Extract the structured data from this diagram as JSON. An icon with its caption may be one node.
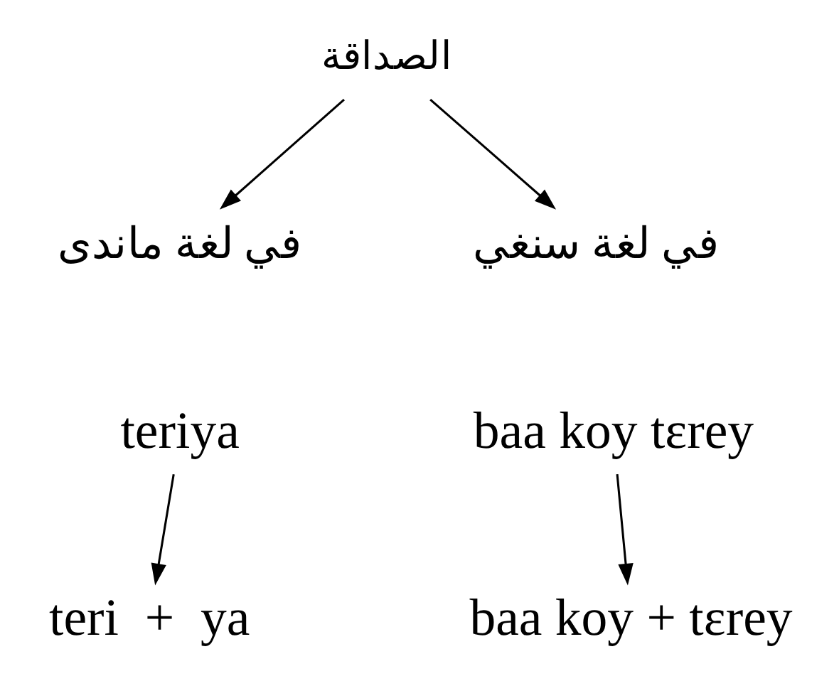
{
  "diagram": {
    "nodes": [
      {
        "text": [
          "الصداقة"
        ]
      },
      {
        "text": [
          "في لغة ماندى"
        ]
      },
      {
        "text": [
          "في لغة سنغي"
        ]
      },
      {
        "text": [
          "teriya"
        ]
      },
      {
        "text": [
          "baa koy tɛrey"
        ]
      },
      {
        "text": [
          "teri  +  ya"
        ]
      },
      {
        "text": [
          "baa koy + tɛrey"
        ]
      }
    ],
    "edges": [
      {
        "from": 0,
        "to": 1,
        "arrow": "to"
      },
      {
        "from": 0,
        "to": 2,
        "arrow": "to"
      },
      {
        "from": 3,
        "to": 5,
        "arrow": "to"
      },
      {
        "from": 4,
        "to": 6,
        "arrow": "to"
      }
    ]
  }
}
